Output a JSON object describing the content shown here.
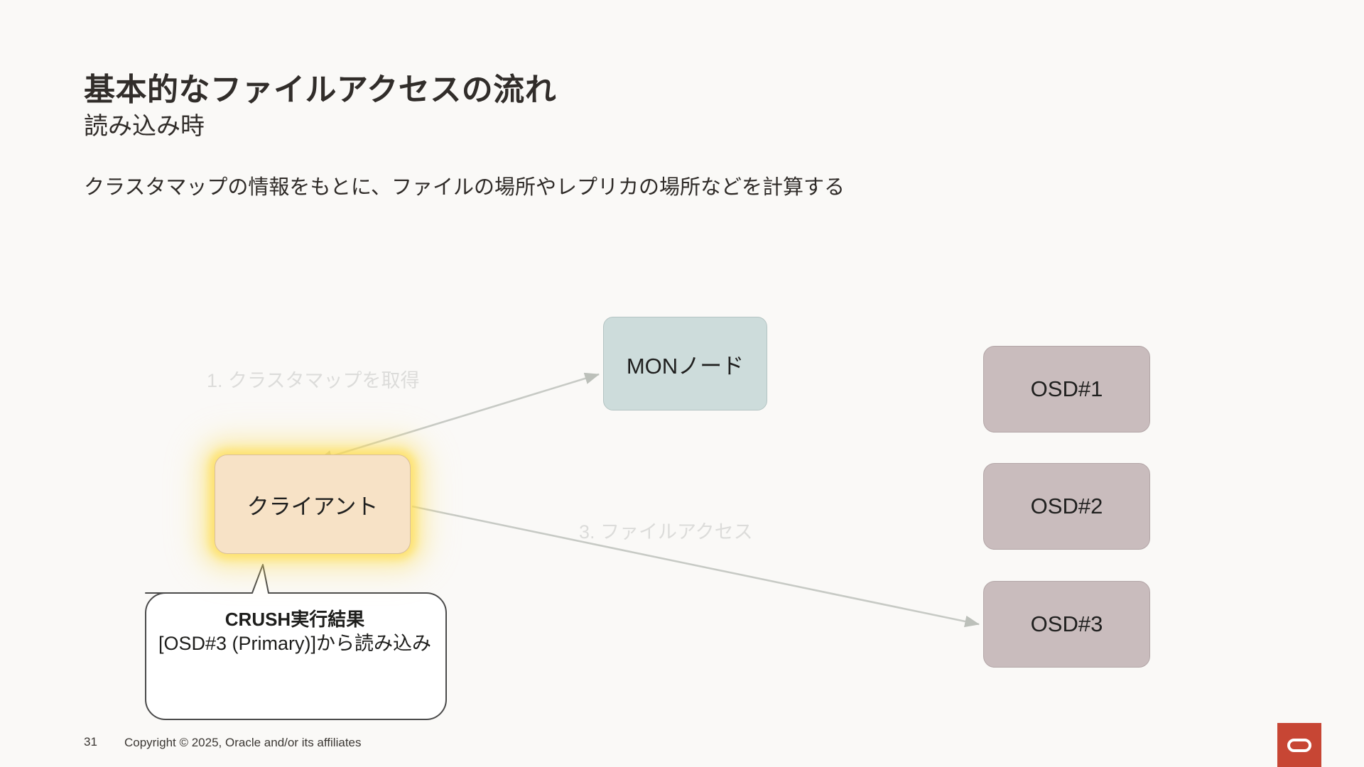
{
  "slide": {
    "background_color": "#faf9f7",
    "title": "基本的なファイルアクセスの流れ",
    "subtitle": "読み込み時",
    "lead": "クラスタマップの情報をもとに、ファイルの場所やレプリカの場所などを計算する"
  },
  "diagram": {
    "nodes": {
      "mon": {
        "label": "MONノード",
        "fill": "#cddcdb"
      },
      "client": {
        "label": "クライアント",
        "fill": "#f7e2c6",
        "glow": "#ffd840"
      },
      "osd1": {
        "label": "OSD#1",
        "fill": "#c9bcbd"
      },
      "osd2": {
        "label": "OSD#2",
        "fill": "#c9bcbd"
      },
      "osd3": {
        "label": "OSD#3",
        "fill": "#c9bcbd"
      }
    },
    "arrows": [
      {
        "id": "client-mon",
        "label": "1. クラスタマップを取得",
        "color": "#c7cac5",
        "heads": "both"
      },
      {
        "id": "client-osd3",
        "label": "3. ファイルアクセス",
        "color": "#c7cac5",
        "heads": "end"
      }
    ],
    "callout": {
      "heading": "CRUSH実行結果",
      "body": "[OSD#3 (Primary)]から読み込み",
      "fill": "#ffffff",
      "stroke": "#4a4a4a"
    }
  },
  "footer": {
    "page_number": "31",
    "copyright": "Copyright © 2025, Oracle and/or its affiliates",
    "logo_color": "#c74634"
  }
}
